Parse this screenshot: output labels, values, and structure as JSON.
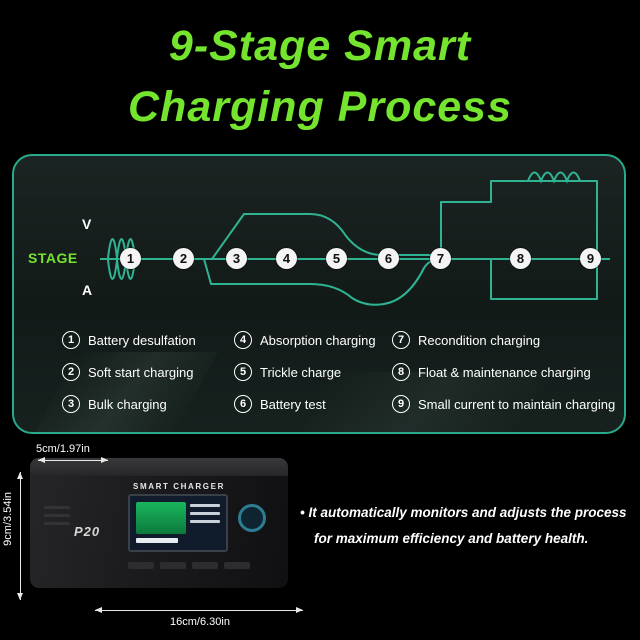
{
  "title": {
    "line1": "9-Stage Smart",
    "line2": "Charging Process"
  },
  "chart": {
    "v_axis_label": "V",
    "stage_label": "STAGE",
    "a_axis_label": "A",
    "stages": [
      "1",
      "2",
      "3",
      "4",
      "5",
      "6",
      "7",
      "8",
      "9"
    ],
    "legend": [
      {
        "num": "1",
        "label": "Battery desulfation"
      },
      {
        "num": "2",
        "label": "Soft start charging"
      },
      {
        "num": "3",
        "label": "Bulk charging"
      },
      {
        "num": "4",
        "label": "Absorption charging"
      },
      {
        "num": "5",
        "label": "Trickle charge"
      },
      {
        "num": "6",
        "label": "Battery test"
      },
      {
        "num": "7",
        "label": "Recondition charging"
      },
      {
        "num": "8",
        "label": "Float & maintenance charging"
      },
      {
        "num": "9",
        "label": "Small current to maintain charging"
      }
    ]
  },
  "product": {
    "dim_top": "5cm/1.97in",
    "dim_left": "9cm/3.54in",
    "dim_bottom": "16cm/6.30in",
    "device_label": "SMART CHARGER",
    "model": "P20",
    "note_line1": "• It automatically monitors and adjusts the process",
    "note_line2": "for maximum efficiency and battery health."
  },
  "colors": {
    "accent_green": "#74e42e",
    "waveform_teal": "#2fb392",
    "panel_border": "#2aa98c"
  }
}
